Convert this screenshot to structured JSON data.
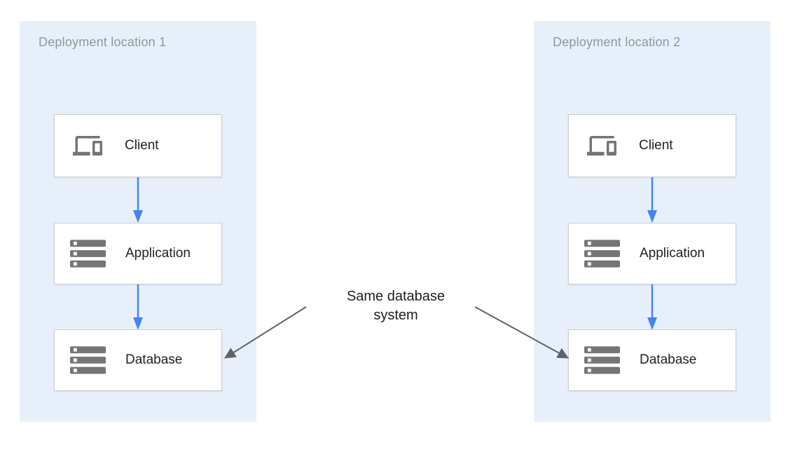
{
  "diagram": {
    "type": "architecture-diagram",
    "center_annotation": "Same database system",
    "colors": {
      "panel_background": "#e7f0fa",
      "panel_title_text": "#8f969c",
      "node_background": "#ffffff",
      "node_border": "#c9cdd1",
      "node_label_text": "#202124",
      "icon_gray": "#757575",
      "flow_arrow_blue": "#4285f4",
      "annotation_arrow_gray": "#5f6368",
      "annotation_text": "#1d1d1d",
      "page_background": "#ffffff"
    }
  },
  "panels": [
    {
      "title": "Deployment location 1",
      "nodes": [
        {
          "label": "Client",
          "icon": "devices-icon"
        },
        {
          "label": "Application",
          "icon": "server-icon"
        },
        {
          "label": "Database",
          "icon": "server-icon"
        }
      ]
    },
    {
      "title": "Deployment location 2",
      "nodes": [
        {
          "label": "Client",
          "icon": "devices-icon"
        },
        {
          "label": "Application",
          "icon": "server-icon"
        },
        {
          "label": "Database",
          "icon": "server-icon"
        }
      ]
    }
  ],
  "center": {
    "label": "Same database system"
  }
}
